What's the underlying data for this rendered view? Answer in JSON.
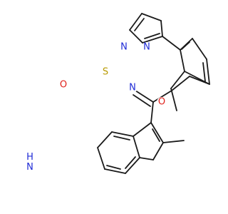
{
  "atoms": {
    "sulfur": "S",
    "ketone_oxygen": "O",
    "furan_oxygen": "O",
    "triazole_n1": "N",
    "triazole_n2": "N",
    "triazole_n4": "N",
    "indole_nh": "H\nN"
  },
  "colors": {
    "bond": "#1a1a1a",
    "nitrogen": "#1f2bd6",
    "oxygen": "#e0211b",
    "sulfur": "#b89a00",
    "background": "#ffffff"
  }
}
